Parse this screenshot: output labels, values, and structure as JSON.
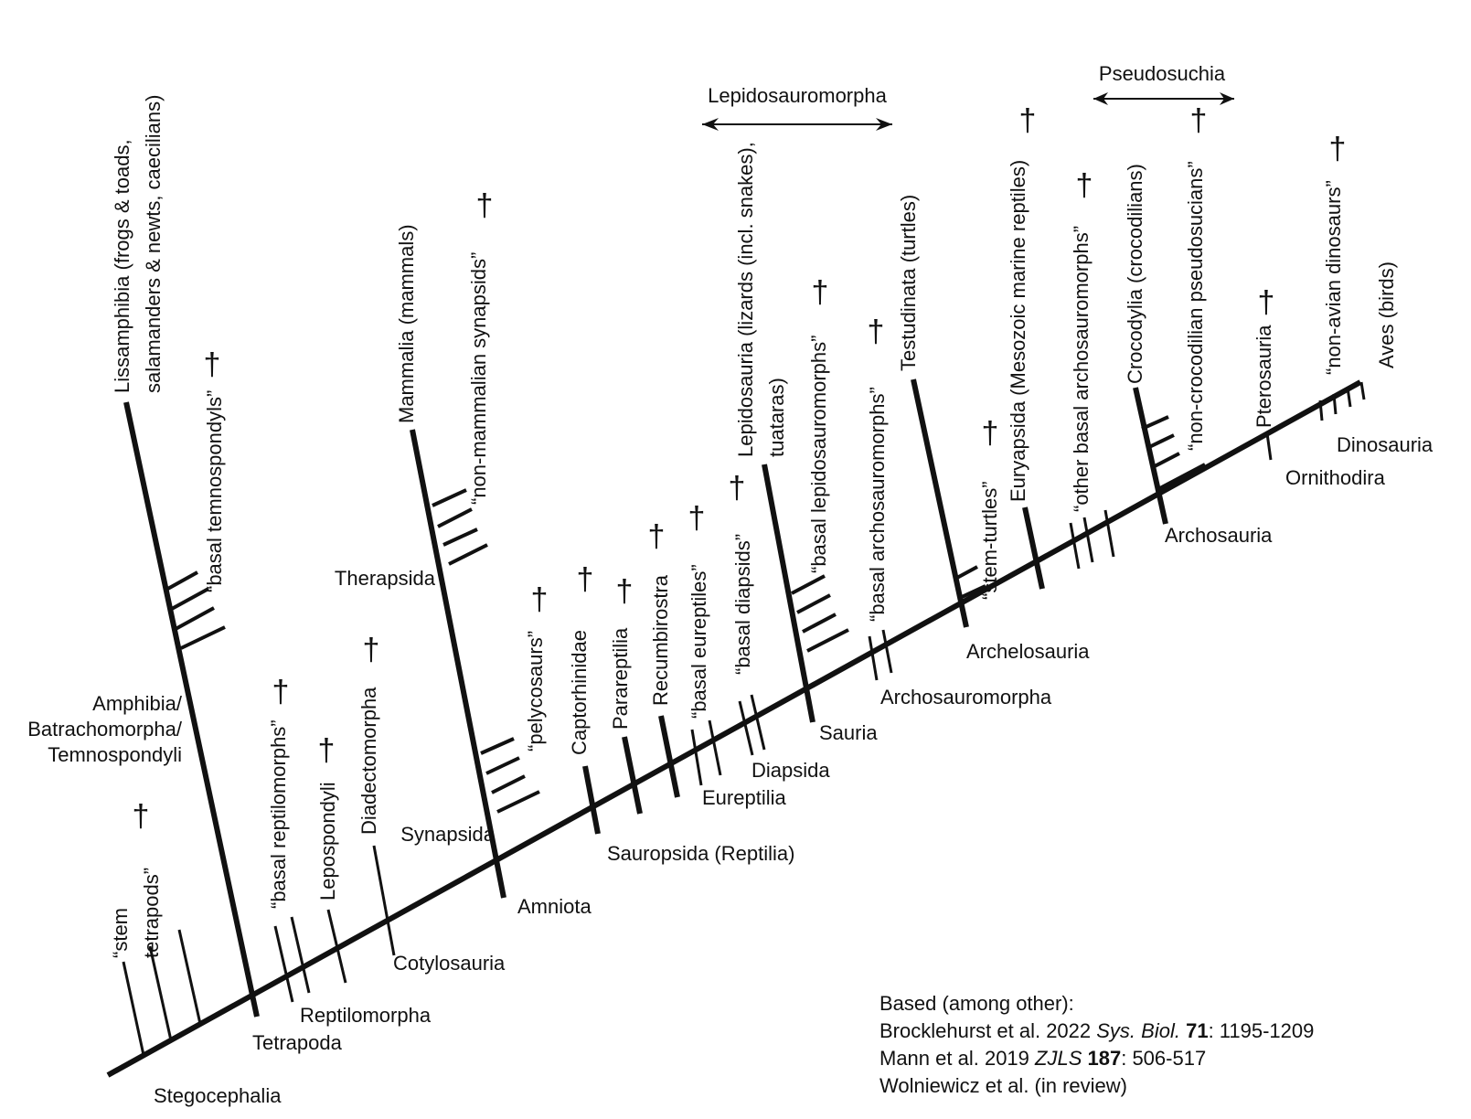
{
  "colors": {
    "line": "#111111",
    "background": "#ffffff"
  },
  "dagger": "†",
  "nodes": [
    {
      "id": "stegocephalia",
      "label": "Stegocephalia"
    },
    {
      "id": "tetrapoda",
      "label": "Tetrapoda"
    },
    {
      "id": "reptilomorpha",
      "label": "Reptilomorpha"
    },
    {
      "id": "cotylosauria",
      "label": "Cotylosauria"
    },
    {
      "id": "amniota",
      "label": "Amniota"
    },
    {
      "id": "sauropsida",
      "label": "Sauropsida (Reptilia)"
    },
    {
      "id": "eureptilia",
      "label": "Eureptilia"
    },
    {
      "id": "diapsida",
      "label": "Diapsida"
    },
    {
      "id": "sauria",
      "label": "Sauria"
    },
    {
      "id": "archosauromorpha",
      "label": "Archosauromorpha"
    },
    {
      "id": "archelosauria",
      "label": "Archelosauria"
    },
    {
      "id": "archosauria",
      "label": "Archosauria"
    },
    {
      "id": "ornithodira",
      "label": "Ornithodira"
    },
    {
      "id": "dinosauria",
      "label": "Dinosauria"
    },
    {
      "id": "amphibia",
      "label": [
        "Amphibia/",
        "Batrachomorpha/",
        "Temnospondyli"
      ]
    },
    {
      "id": "therapsida",
      "label": "Therapsida"
    },
    {
      "id": "synapsida",
      "label": "Synapsida"
    }
  ],
  "taxa": [
    {
      "id": "stem-tetrapods",
      "label": [
        "“stem",
        "tetrapods”"
      ],
      "extinct": true
    },
    {
      "id": "lissamphibia",
      "label": [
        "Lissamphibia (frogs & toads,",
        "salamanders & newts, caecilians)"
      ],
      "extinct": false
    },
    {
      "id": "basal-temnospondyls",
      "label": "“basal temnospondyls”",
      "extinct": true
    },
    {
      "id": "basal-reptilomorphs",
      "label": "“basal reptilomorphs”",
      "extinct": true
    },
    {
      "id": "lepospondyli",
      "label": "Lepospondyli",
      "extinct": true
    },
    {
      "id": "diadectomorpha",
      "label": "Diadectomorpha",
      "extinct": true
    },
    {
      "id": "mammalia",
      "label": "Mammalia (mammals)",
      "extinct": false
    },
    {
      "id": "non-mammalian-synapsids",
      "label": "“non-mammalian synapsids”",
      "extinct": true
    },
    {
      "id": "pelycosaurs",
      "label": "“pelycosaurs”",
      "extinct": true
    },
    {
      "id": "captorhinidae",
      "label": "Captorhinidae",
      "extinct": true
    },
    {
      "id": "parareptilia",
      "label": "Parareptilia",
      "extinct": true
    },
    {
      "id": "recumbirostra",
      "label": "Recumbirostra",
      "extinct": true
    },
    {
      "id": "basal-eureptiles",
      "label": "“basal eureptiles”",
      "extinct": true
    },
    {
      "id": "basal-diapsids",
      "label": "“basal diapsids”",
      "extinct": true
    },
    {
      "id": "lepidosauria",
      "label": [
        "Lepidosauria (lizards (incl. snakes),",
        "tuataras)"
      ],
      "extinct": false
    },
    {
      "id": "basal-lepidosauromorphs",
      "label": "“basal lepidosauromorphs”",
      "extinct": true
    },
    {
      "id": "basal-archosauromorphs",
      "label": "“basal archosauromorphs”",
      "extinct": true
    },
    {
      "id": "testudinata",
      "label": "Testudinata (turtles)",
      "extinct": false
    },
    {
      "id": "stem-turtles",
      "label": "“stem-turtles”",
      "extinct": true
    },
    {
      "id": "euryapsida",
      "label": "Euryapsida (Mesozoic marine reptiles)",
      "extinct": true
    },
    {
      "id": "other-basal-archosauromorphs",
      "label": "“other basal archosauromorphs”",
      "extinct": true
    },
    {
      "id": "crocodylia",
      "label": "Crocodylia (crocodilians)",
      "extinct": false
    },
    {
      "id": "non-crocodilian-pseudosucians",
      "label": "“non-crocodilian pseudosucians”",
      "extinct": true
    },
    {
      "id": "pterosauria",
      "label": "Pterosauria",
      "extinct": true
    },
    {
      "id": "non-avian-dinosaurs",
      "label": "“non-avian dinosaurs”",
      "extinct": true
    },
    {
      "id": "aves",
      "label": "Aves (birds)",
      "extinct": false
    }
  ],
  "brackets": [
    {
      "id": "lepidosauromorpha",
      "label": "Lepidosauromorpha"
    },
    {
      "id": "pseudosuchia",
      "label": "Pseudosuchia"
    }
  ],
  "references": {
    "heading": "Based (among other):",
    "lines": [
      {
        "authors": "Brocklehurst et al. 2022 ",
        "journal": "Sys. Biol.",
        "volume": "71",
        "pages": ": 1195-1209"
      },
      {
        "authors": "Mann et al. 2019 ",
        "journal": "ZJLS",
        "volume": "187",
        "pages": ": 506-517"
      },
      {
        "authors": "Wolniewicz et al. (in review)",
        "journal": "",
        "volume": "",
        "pages": ""
      }
    ]
  }
}
